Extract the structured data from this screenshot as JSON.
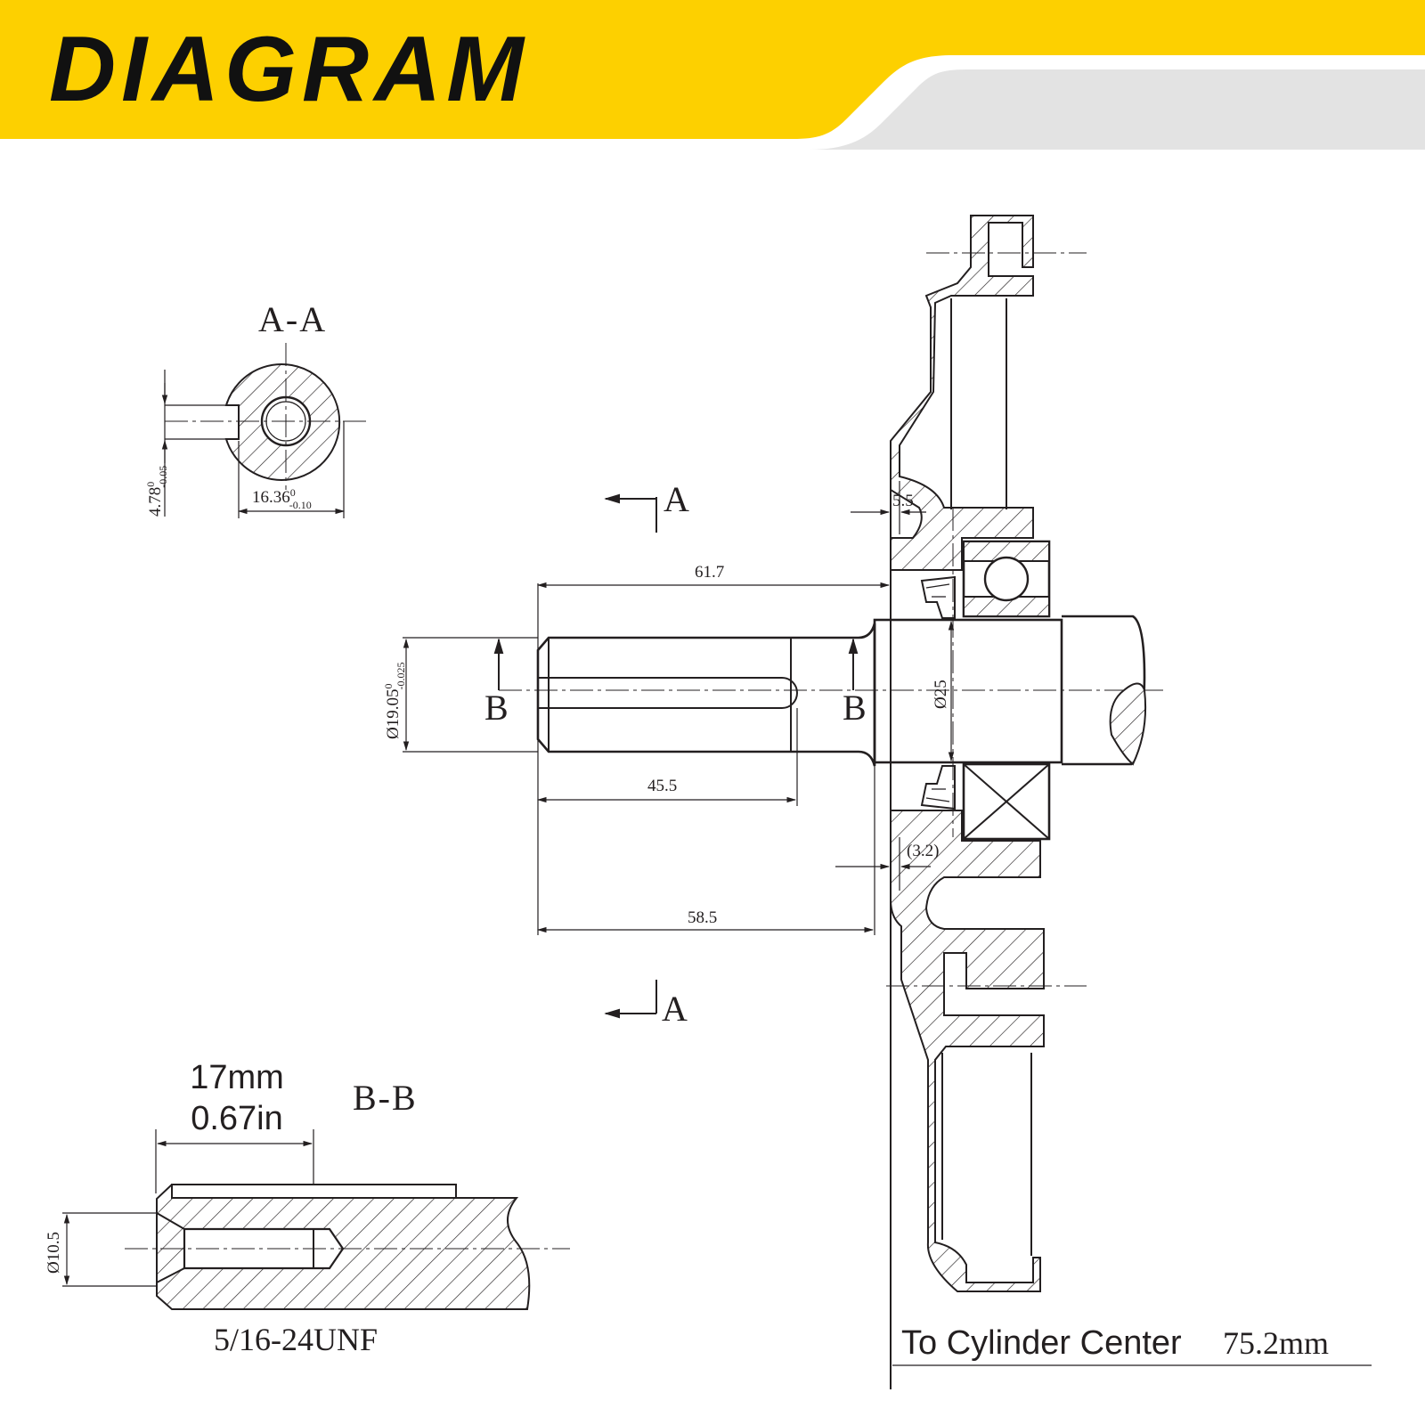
{
  "header": {
    "title": "DIAGRAM",
    "banner_color": "#fdd000",
    "text_color": "#111111"
  },
  "section_aa": {
    "title": "A-A",
    "key_depth": "4.78",
    "key_depth_tol_upper": "0",
    "key_depth_tol_lower": "-0.05",
    "flat_width": "16.36",
    "flat_width_tol_upper": "0",
    "flat_width_tol_lower": "-0.10"
  },
  "section_bb": {
    "title": "B-B",
    "depth_mm": "17mm",
    "depth_in": "0.67in",
    "bore_diameter": "Ø10.5",
    "thread": "5/16-24UNF"
  },
  "main_view": {
    "cut_letter_a": "A",
    "cut_letter_b": "B",
    "length_overall": "61.7",
    "keyway_length": "45.5",
    "shaft_length": "58.5",
    "shaft_diameter": "Ø19.05",
    "shaft_diameter_tol_upper": "0",
    "shaft_diameter_tol_lower": "-0.025",
    "bearing_diameter": "Ø25",
    "flange_offset": "5.5",
    "seal_offset": "(3.2)",
    "cylinder_label": "To Cylinder Center",
    "cylinder_value": "75.2mm"
  }
}
